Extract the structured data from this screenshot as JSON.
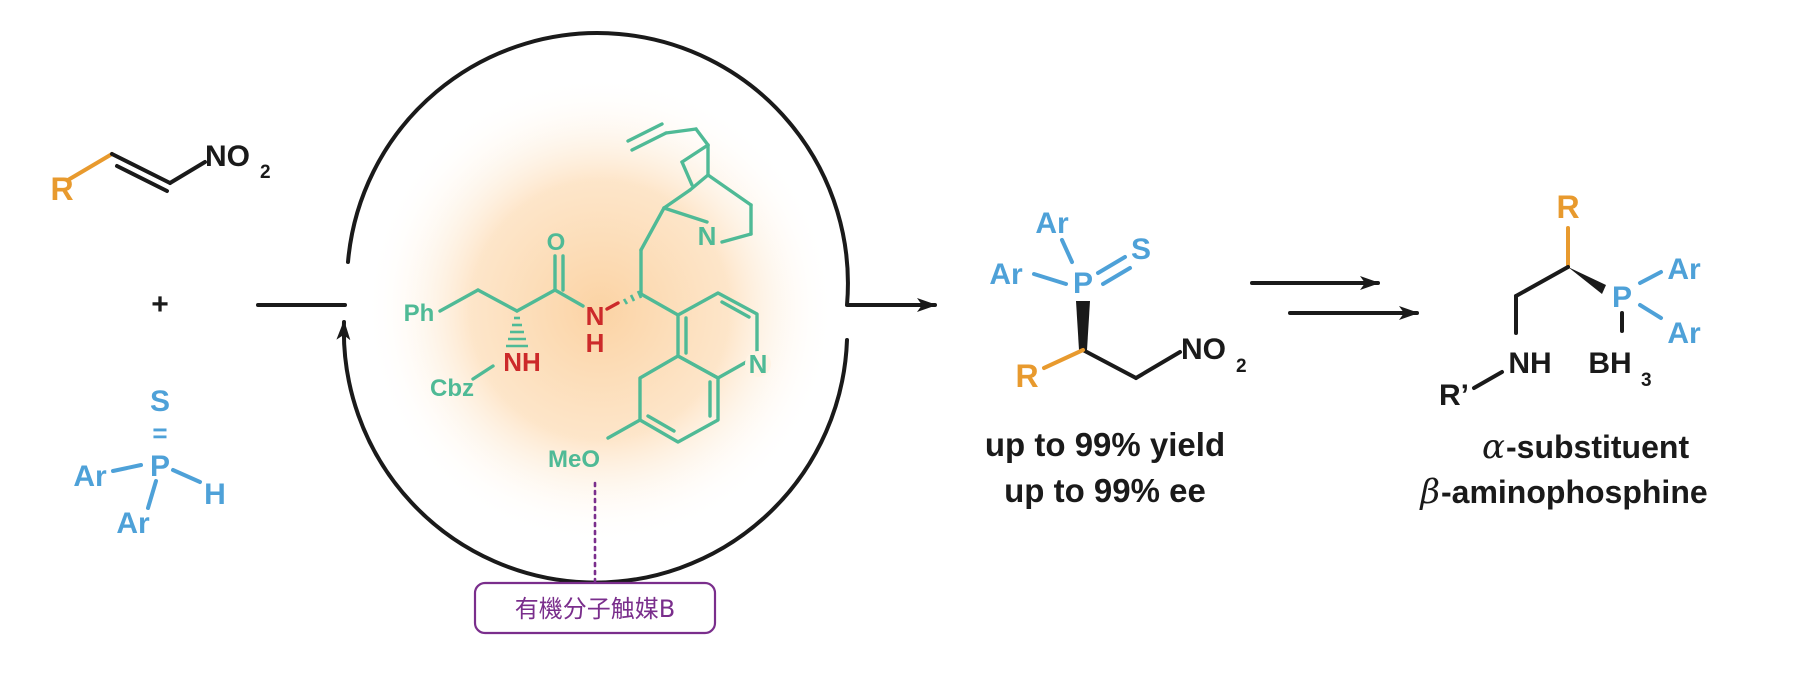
{
  "colors": {
    "black": "#1a1a1a",
    "orange": "#e89a2e",
    "blue": "#4ea1d8",
    "green": "#4fba96",
    "red": "#cc2a2a",
    "purple": "#7a2e8c",
    "glow": "#fbd3a4"
  },
  "nitroalkene": {
    "r": "R",
    "no2": "NO",
    "no2_sub": "2"
  },
  "plus": "+",
  "phosphine_sulfide": {
    "s": "S",
    "eq": "=",
    "ar_left": "Ar",
    "p": "P",
    "h": "H",
    "ar_bottom": "Ar"
  },
  "catalyst": {
    "ph": "Ph",
    "o": "O",
    "n_amide": "N",
    "h_amide": "H",
    "nh": "NH",
    "cbz": "Cbz",
    "n_quinuclidine": "N",
    "n_quinoline": "N",
    "meo": "MeO"
  },
  "catalyst_label": "有機分子触媒B",
  "product": {
    "ar_top": "Ar",
    "s": "S",
    "ar_left": "Ar",
    "p": "P",
    "r": "R",
    "no2": "NO",
    "no2_sub": "2",
    "yield_text": "up to 99% yield",
    "ee_text": "up to 99% ee"
  },
  "final_product": {
    "r": "R",
    "ar_top": "Ar",
    "p": "P",
    "ar_bottom": "Ar",
    "nh": "NH",
    "r_prime": "R’",
    "bh": "BH",
    "bh_sub": "3",
    "alpha": "α",
    "alpha_text": "-substituent",
    "beta": "β",
    "beta_text": "-aminophosphine"
  }
}
